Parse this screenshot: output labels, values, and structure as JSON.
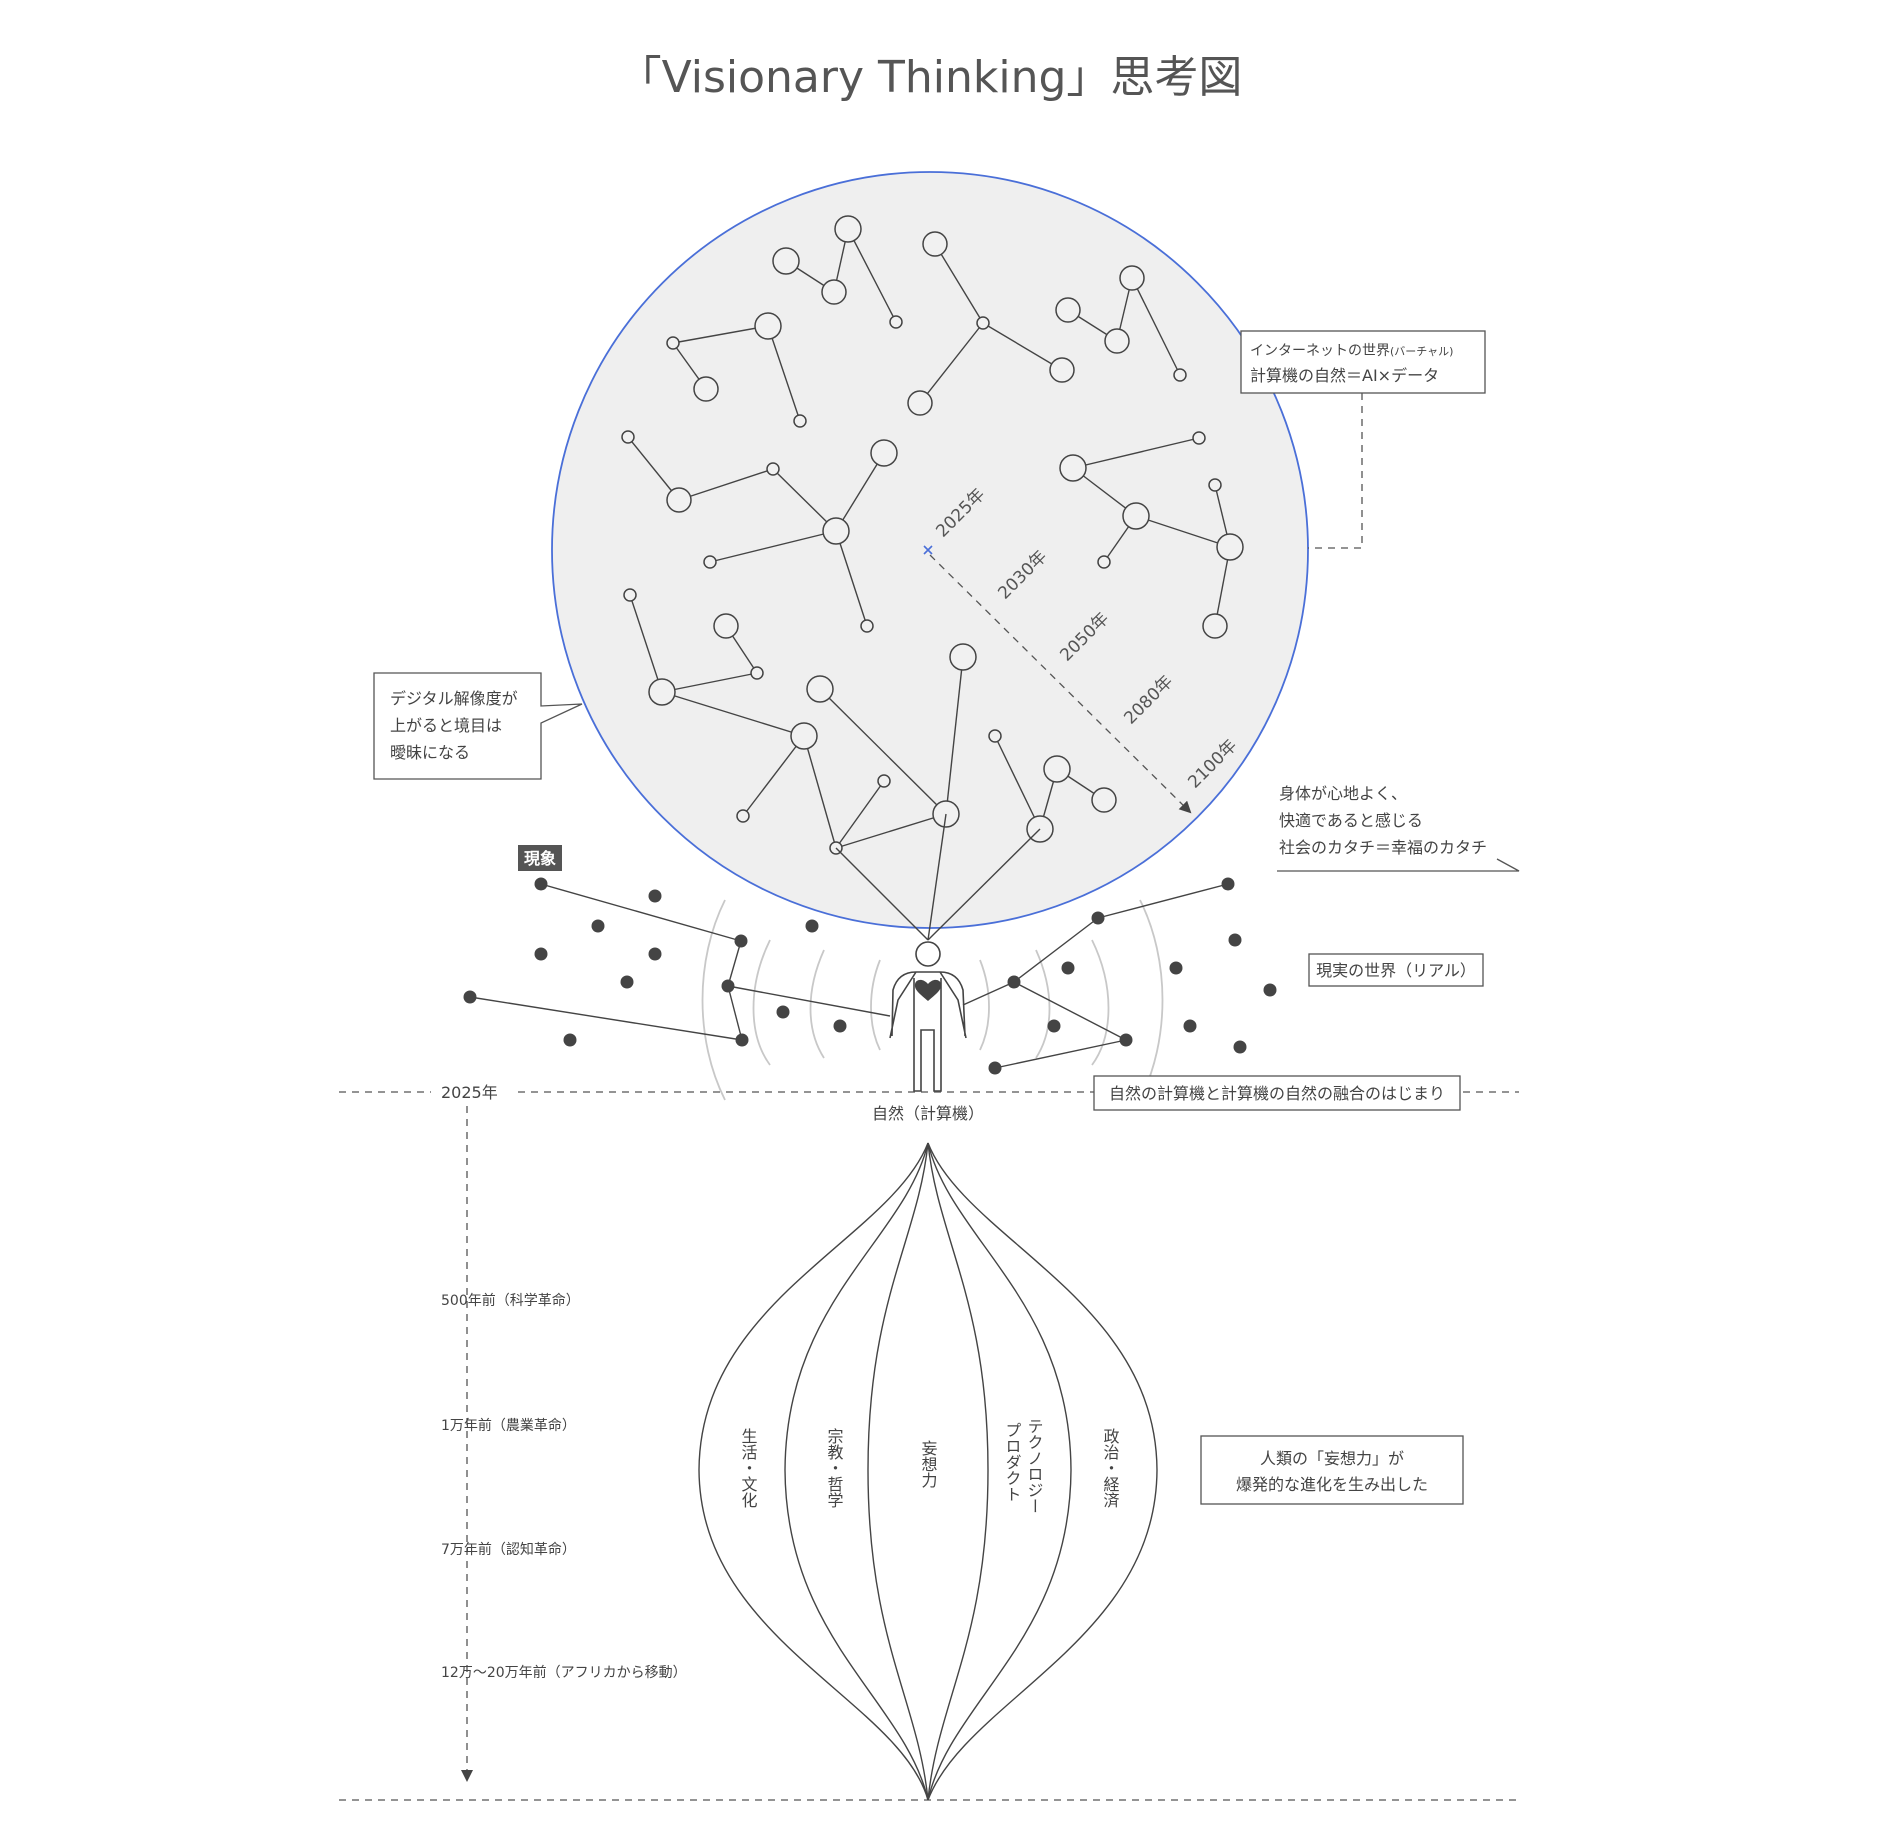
{
  "title": "「Visionary Thinking」思考図",
  "timeline_years": [
    "2025年",
    "2030年",
    "2050年",
    "2080年",
    "2100年"
  ],
  "virtual_box": {
    "line1_main": "インターネットの世界",
    "line1_small": "(バーチャル)",
    "line2": "計算機の自然＝AI×データ"
  },
  "digital_box": [
    "デジタル解像度が",
    "上がると境目は",
    "曖昧になる"
  ],
  "happiness_note": [
    "身体が心地よく、",
    "快適であると感じる",
    "社会のカタチ＝幸福のカタチ"
  ],
  "phenomenon_tag": "現象",
  "real_world_box": "現実の世界（リアル）",
  "fusion_box": "自然の計算機と計算機の自然の融合のはじまり",
  "nature_label": "自然（計算機）",
  "history": {
    "start_label": "2025年",
    "items": [
      "500年前（科学革命）",
      "1万年前（農業革命）",
      "7万年前（認知革命）",
      "12万〜20万年前（アフリカから移動）"
    ]
  },
  "petals": {
    "life": "生活・文化",
    "religion": "宗教・哲学",
    "imagination": "妄想力",
    "tech_line1": "テクノロジー",
    "tech_line2": "プロダクト",
    "politics": "政治・経済"
  },
  "imagination_box": [
    "人類の「妄想力」が",
    "爆発的な進化を生み出した"
  ],
  "colors": {
    "circle_stroke": "#4a6fd8",
    "circle_fill": "#efefef",
    "ink": "#444444",
    "wave": "#c8c8c8"
  }
}
